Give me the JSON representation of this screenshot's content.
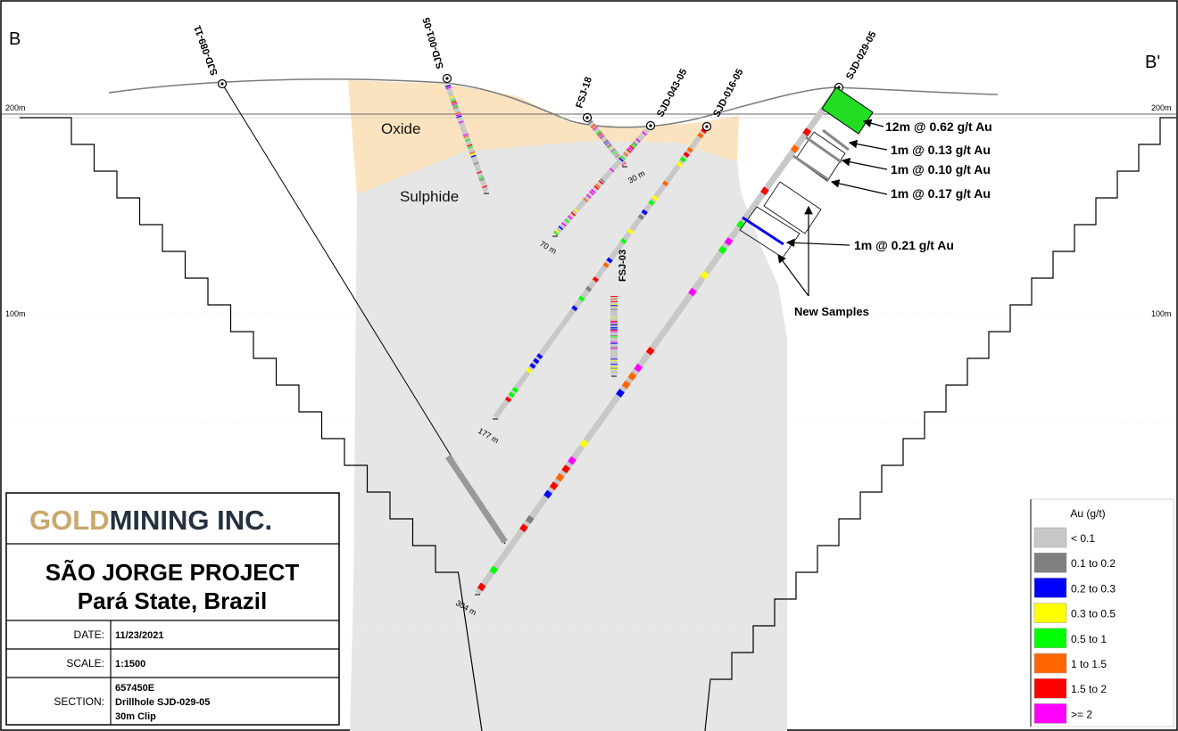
{
  "section": {
    "left_label": "B",
    "right_label": "B'"
  },
  "elevations": {
    "e200": "200m",
    "e100": "100m"
  },
  "zones": {
    "oxide": "Oxide",
    "sulphide": "Sulphide"
  },
  "holes": {
    "sjd089": "SJD-089-11",
    "sjd001": "SJD-001-05",
    "fsj18": "FSJ-18",
    "sjd043": "SJD-043-05",
    "sjd016": "SJD-016-05",
    "sjd029": "SJD-029-05",
    "fsj03": "FSJ-03"
  },
  "depths": {
    "d30": "30 m",
    "d70": "70 m",
    "d177": "177 m",
    "d304": "304 m"
  },
  "results": [
    "12m @ 0.62 g/t Au",
    "1m @ 0.13 g/t Au",
    "1m @ 0.10 g/t Au",
    "1m @ 0.17 g/t Au",
    "1m @ 0.21 g/t Au"
  ],
  "new_samples": "New Samples",
  "title_block": {
    "logo_gold": "GOLD",
    "logo_dark": "MINING INC.",
    "project": "SÃO JORGE PROJECT",
    "location": "Pará State, Brazil",
    "date_key": "DATE:",
    "date_val": "11/23/2021",
    "scale_key": "SCALE:",
    "scale_val": "1:1500",
    "section_key": "SECTION:",
    "section_val1": "657450E",
    "section_val2": "Drillhole SJD-029-05",
    "section_val3": "30m Clip"
  },
  "legend": {
    "title": "Au (g/t)",
    "items": [
      {
        "label": "< 0.1",
        "color": "#c8c8c8"
      },
      {
        "label": "0.1 to 0.2",
        "color": "#808080"
      },
      {
        "label": "0.2 to 0.3",
        "color": "#0000ff"
      },
      {
        "label": "0.3 to 0.5",
        "color": "#ffff00"
      },
      {
        "label": "0.5 to 1",
        "color": "#00ff00"
      },
      {
        "label": "1 to 1.5",
        "color": "#ff6600"
      },
      {
        "label": "1.5 to 2",
        "color": "#ff0000"
      },
      {
        "label": ">= 2",
        "color": "#ff00ff"
      }
    ]
  },
  "colors": {
    "oxide": "#fbe3c0",
    "sulphide": "#e6e6e6",
    "brand_gold": "#c9a86b",
    "brand_dark": "#25313f"
  }
}
